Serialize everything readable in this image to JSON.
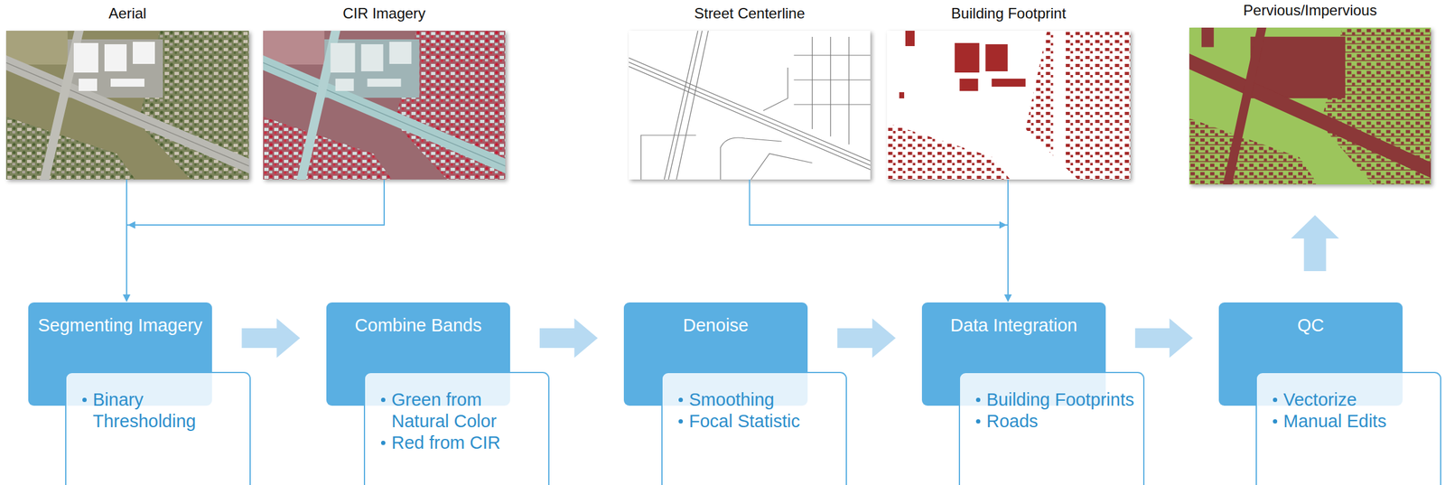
{
  "diagram": {
    "nodes": [
      {
        "text": [
          "Aerial"
        ]
      },
      {
        "text": [
          "CIR Imagery"
        ]
      },
      {
        "text": [
          "Street Centerline"
        ]
      },
      {
        "text": [
          "Building Footprint"
        ]
      },
      {
        "text": [
          "Pervious/Impervious"
        ]
      },
      {
        "text": [
          "Segmenting Imagery"
        ]
      },
      {
        "text": [
          "Binary Thresholding"
        ]
      },
      {
        "text": [
          "Combine Bands"
        ]
      },
      {
        "text": [
          "Green from Natural Color",
          "Red from CIR"
        ]
      },
      {
        "text": [
          "Denoise"
        ]
      },
      {
        "text": [
          "Smoothing",
          "Focal Statistic"
        ]
      },
      {
        "text": [
          "Data Integration"
        ]
      },
      {
        "text": [
          "Building Footprints",
          "Roads"
        ]
      },
      {
        "text": [
          "QC"
        ]
      },
      {
        "text": [
          "Vectorize",
          "Manual Edits"
        ]
      }
    ],
    "edges": [
      {
        "from": 0,
        "to": 5,
        "arrow": "to"
      },
      {
        "from": 1,
        "to": 5,
        "arrow": "to"
      },
      {
        "from": 2,
        "to": 11,
        "arrow": "to"
      },
      {
        "from": 3,
        "to": 11,
        "arrow": "to"
      },
      {
        "from": 5,
        "to": 7,
        "arrow": "to"
      },
      {
        "from": 7,
        "to": 9,
        "arrow": "to"
      },
      {
        "from": 9,
        "to": 11,
        "arrow": "to"
      },
      {
        "from": 11,
        "to": 13,
        "arrow": "to"
      },
      {
        "from": 13,
        "to": 4,
        "arrow": "to"
      }
    ]
  }
}
